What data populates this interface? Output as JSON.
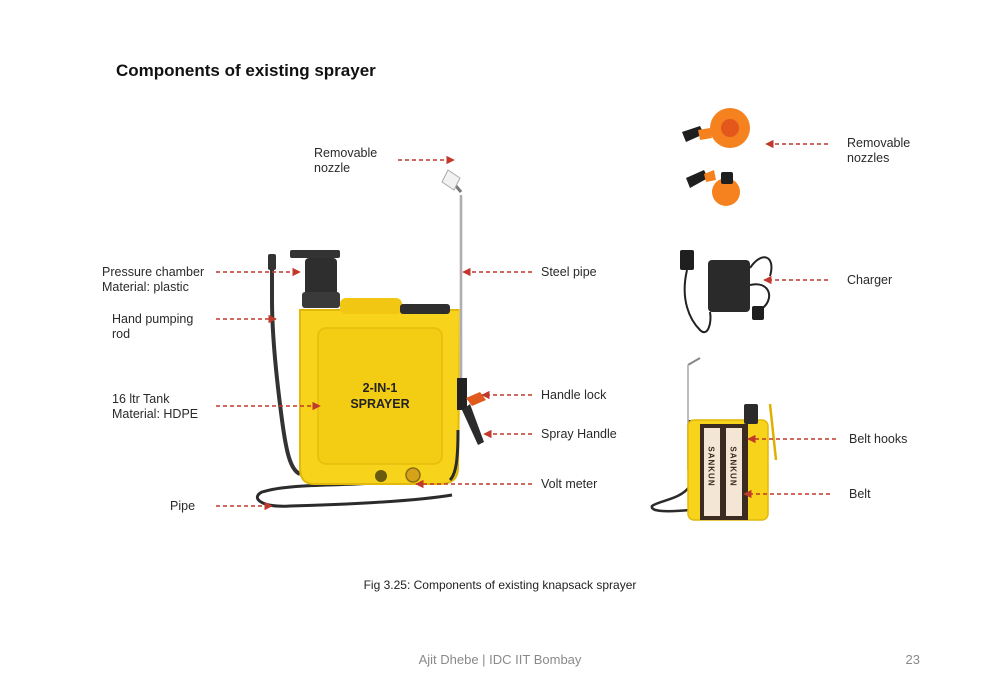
{
  "page": {
    "title": "Components of existing sprayer",
    "caption": "Fig 3.25: Components of existing knapsack sprayer",
    "footer": "Ajit Dhebe | IDC IIT Bombay",
    "page_number": "23"
  },
  "main_figure": {
    "tank_text_line1": "2-IN-1",
    "tank_text_line2": "SPRAYER",
    "labels": {
      "removable_nozzle": "Removable\nnozzle",
      "pressure_chamber": "Pressure chamber\nMaterial: plastic",
      "hand_pumping_rod": "Hand pumping\nrod",
      "tank": "16 ltr Tank\nMaterial: HDPE",
      "pipe": "Pipe",
      "steel_pipe": "Steel pipe",
      "handle_lock": "Handle lock",
      "spray_handle": "Spray Handle",
      "volt_meter": "Volt meter"
    }
  },
  "side_figures": {
    "removable_nozzles": "Removable\nnozzles",
    "charger": "Charger",
    "belt_hooks": "Belt hooks",
    "belt": "Belt",
    "belt_text": "SANKUN"
  },
  "colors": {
    "leader_line": "#c0392b",
    "tank_yellow": "#f7d31c",
    "tank_shade": "#e2b90b",
    "nozzle_orange": "#f5821f",
    "dark": "#2b2b2b"
  }
}
